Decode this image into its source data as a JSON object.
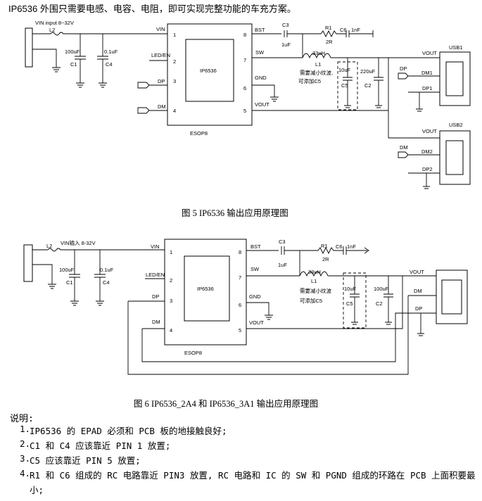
{
  "intro": "IP6536 外围只需要电感、电容、电阻，即可实现完整功能的车充方案。",
  "fig5": {
    "caption": "图 5 IP6536 输出应用原理图",
    "vin_label": "VIN input  8~32V",
    "pins_left": [
      "VIN",
      "LED/EN",
      "DP",
      "DM"
    ],
    "pins_left_nums": [
      "1",
      "2",
      "3",
      "4"
    ],
    "pins_right": [
      "BST",
      "SW",
      "GND",
      "VOUT"
    ],
    "pins_right_nums": [
      "8",
      "7",
      "6",
      "5"
    ],
    "chip": "IP6536",
    "package": "ESOP8",
    "port_dp": "DP",
    "port_dm": "DM",
    "l2": "L2",
    "c1": "100uF",
    "c1_ref": "C1",
    "c4": "0.1uF",
    "c4_ref": "C4",
    "c3": "C3",
    "c3_val": "1uF",
    "r1": "R1",
    "r1_val": "2R",
    "c6": "C6",
    "c6_val": "1nF",
    "l1_val": "33uH",
    "l1": "L1",
    "note_cn": "需要减小纹波,",
    "note_cn2": "可添加C5",
    "c5_val": "10uF",
    "c5": "C5",
    "c2_val": "220uF",
    "c2": "C2",
    "usb1": "USB1",
    "usb2": "USB2",
    "vout": "VOUT",
    "dm1": "DM1",
    "dp1": "DP1",
    "dm2": "DM2",
    "dp2": "DP2",
    "dp": "DP",
    "dm": "DM"
  },
  "fig6": {
    "caption": "图 6   IP6536_2A4 和 IP6536_3A1 输出应用原理图",
    "vin_label": "VIN输入 8-32V",
    "pins_left": [
      "VIN",
      "LED/EN",
      "DP",
      "DM"
    ],
    "pins_left_nums": [
      "1",
      "2",
      "3",
      "4"
    ],
    "pins_right": [
      "BST",
      "SW",
      "GND",
      "VOUT"
    ],
    "pins_right_nums": [
      "8",
      "7",
      "6",
      "5"
    ],
    "chip": "IP6536",
    "package": "ESOP8",
    "l2": "L2",
    "c1": "100uF",
    "c1_ref": "C1",
    "c4": "0.1uF",
    "c4_ref": "C4",
    "c3": "C3",
    "c3_val": "1uF",
    "r1": "R1",
    "r1_val": "2R",
    "c6": "C6",
    "c6_val": "1nF",
    "l1_val": "33uH",
    "l1": "L1",
    "note_cn": "需要减小纹波",
    "note_cn2": "可添加C5",
    "c5_val": "10uF",
    "c5": "C5",
    "c2_val": "100uF",
    "c2": "C2",
    "vout": "VOUT",
    "dm": "DM",
    "dp": "DP"
  },
  "notes_title": "说明:",
  "notes": [
    {
      "num": "1.",
      "text": "IP6536 的 EPAD 必须和 PCB 板的地接触良好;"
    },
    {
      "num": "2.",
      "text": "C1 和 C4 应该靠近 PIN 1 放置;"
    },
    {
      "num": "3.",
      "text": "C5 应该靠近 PIN 5 放置;"
    },
    {
      "num": "4.",
      "text": "R1 和 C6 组成的 RC 电路靠近 PIN3 放置, RC 电路和 IC 的 SW 和 PGND 组成的环路在 PCB 上面积要最"
    }
  ],
  "note4_cont": "小;"
}
